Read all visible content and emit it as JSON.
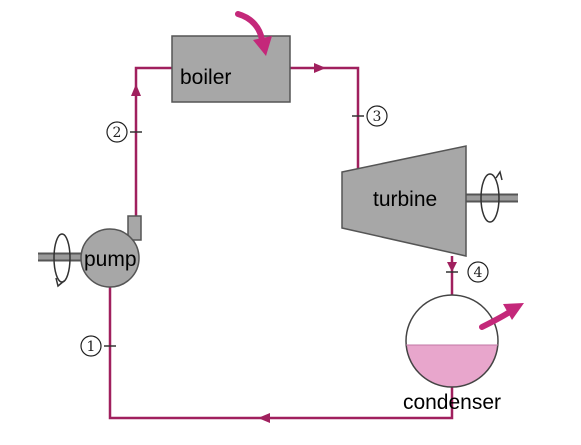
{
  "components": {
    "boiler": "boiler",
    "turbine": "turbine",
    "pump": "pump",
    "condenser": "condenser"
  },
  "states": [
    "1",
    "2",
    "3",
    "4"
  ],
  "colors": {
    "pipe": "#a0205e",
    "component_fill": "#a7a7a7",
    "component_stroke": "#555555",
    "heat_arrow": "#c4287a",
    "condensate": "#e8a6cc"
  }
}
